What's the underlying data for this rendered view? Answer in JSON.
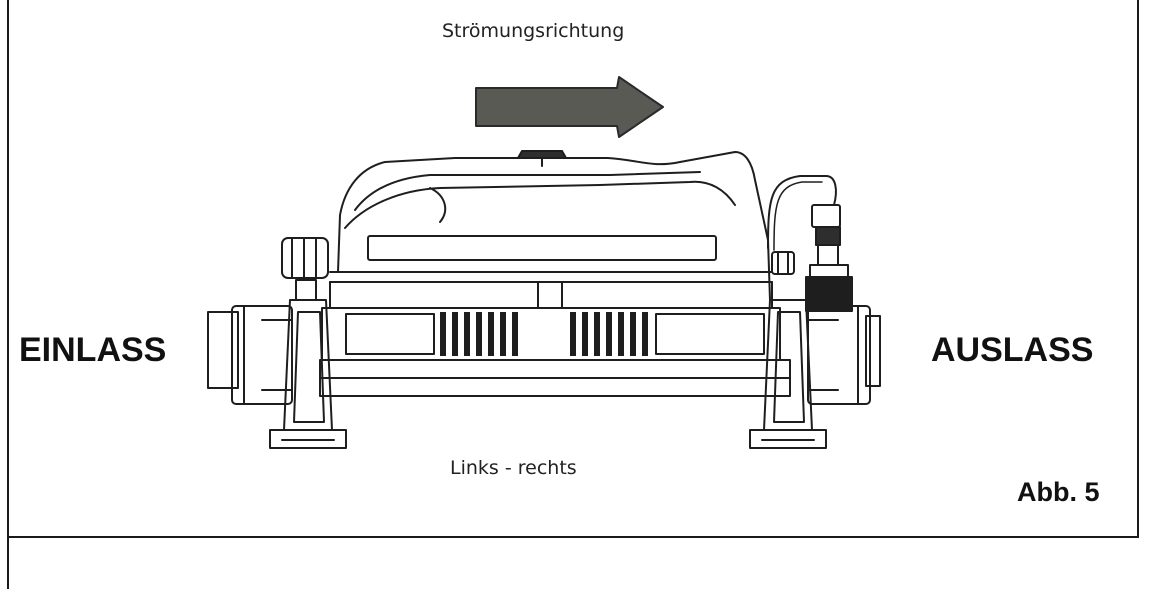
{
  "labels": {
    "flow_direction": "Strömungsrichtung",
    "inlet": "EINLASS",
    "outlet": "AUSLASS",
    "orientation": "Links - rechts",
    "figure": "Abb. 5"
  },
  "colors": {
    "arrow_fill": "#5a5a55",
    "line": "#1e1e1e",
    "frame": "#1a1a1a"
  }
}
